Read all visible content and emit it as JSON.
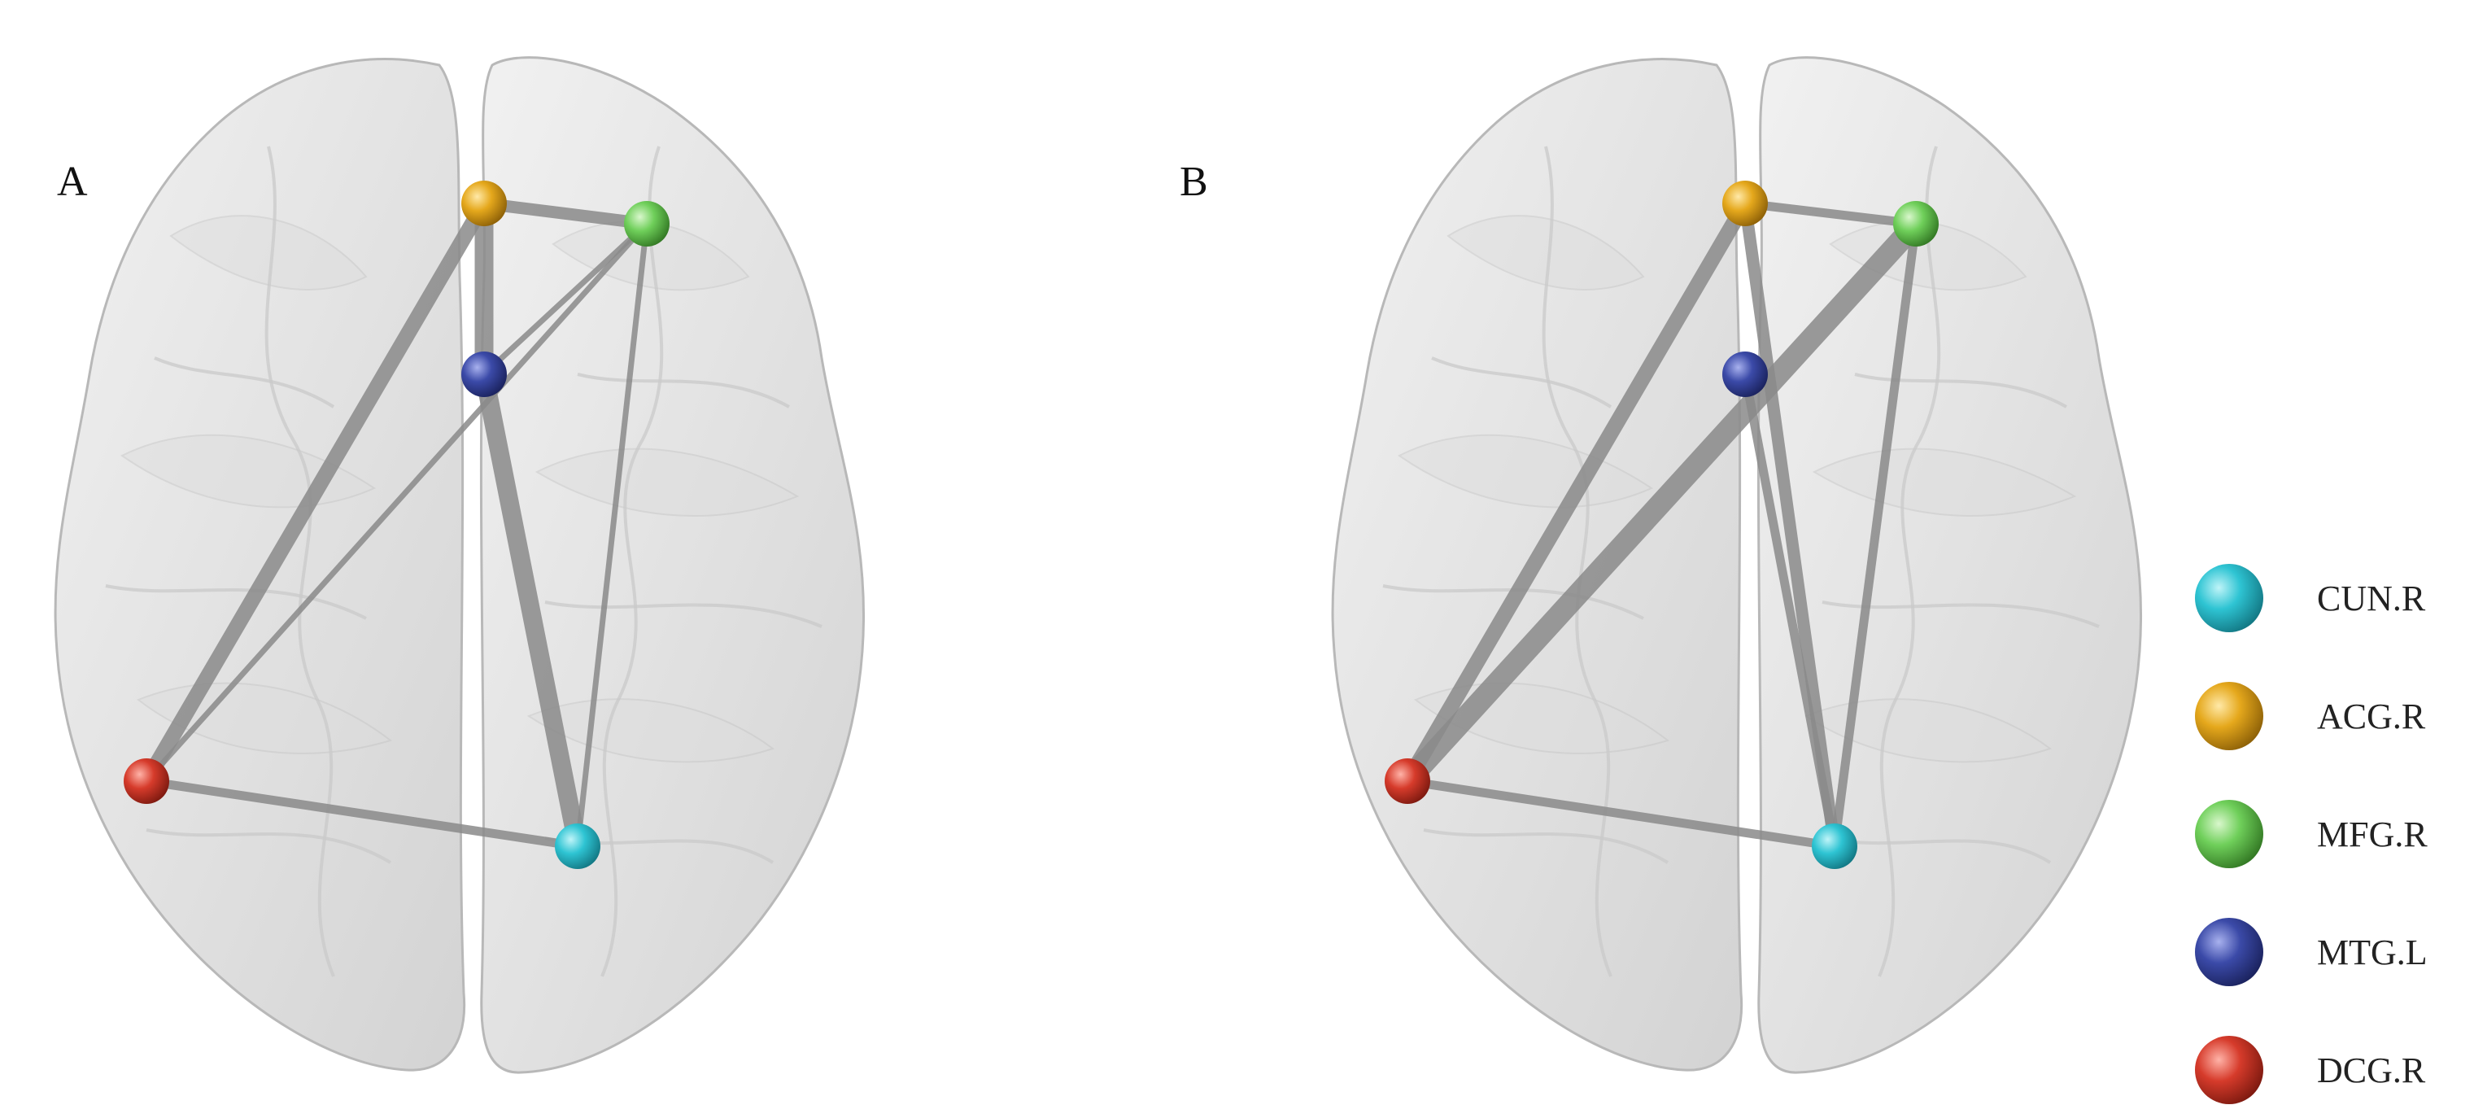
{
  "panels": [
    {
      "label": "A",
      "edges": [
        {
          "from": "ACG.R",
          "to": "MFG.R",
          "weight": 3
        },
        {
          "from": "ACG.R",
          "to": "MTG.L",
          "weight": 5
        },
        {
          "from": "ACG.R",
          "to": "DCG.R",
          "weight": 4
        },
        {
          "from": "MTG.L",
          "to": "CUN.R",
          "weight": 5
        },
        {
          "from": "MFG.R",
          "to": "MTG.L",
          "weight": 1
        },
        {
          "from": "MFG.R",
          "to": "DCG.R",
          "weight": 1
        },
        {
          "from": "MFG.R",
          "to": "CUN.R",
          "weight": 1
        },
        {
          "from": "DCG.R",
          "to": "CUN.R",
          "weight": 2
        }
      ]
    },
    {
      "label": "B",
      "edges": [
        {
          "from": "ACG.R",
          "to": "MFG.R",
          "weight": 2
        },
        {
          "from": "ACG.R",
          "to": "DCG.R",
          "weight": 4
        },
        {
          "from": "ACG.R",
          "to": "CUN.R",
          "weight": 3
        },
        {
          "from": "MFG.R",
          "to": "DCG.R",
          "weight": 6
        },
        {
          "from": "MFG.R",
          "to": "CUN.R",
          "weight": 2
        },
        {
          "from": "MTG.L",
          "to": "CUN.R",
          "weight": 2
        },
        {
          "from": "DCG.R",
          "to": "CUN.R",
          "weight": 2
        }
      ]
    }
  ],
  "legend": [
    {
      "name": "CUN.R",
      "color": "#2ec4d3"
    },
    {
      "name": "ACG.R",
      "color": "#e5a81c"
    },
    {
      "name": "MFG.R",
      "color": "#6fcf5a"
    },
    {
      "name": "MTG.L",
      "color": "#3b4aa8"
    },
    {
      "name": "DCG.R",
      "color": "#d63b2b"
    }
  ]
}
